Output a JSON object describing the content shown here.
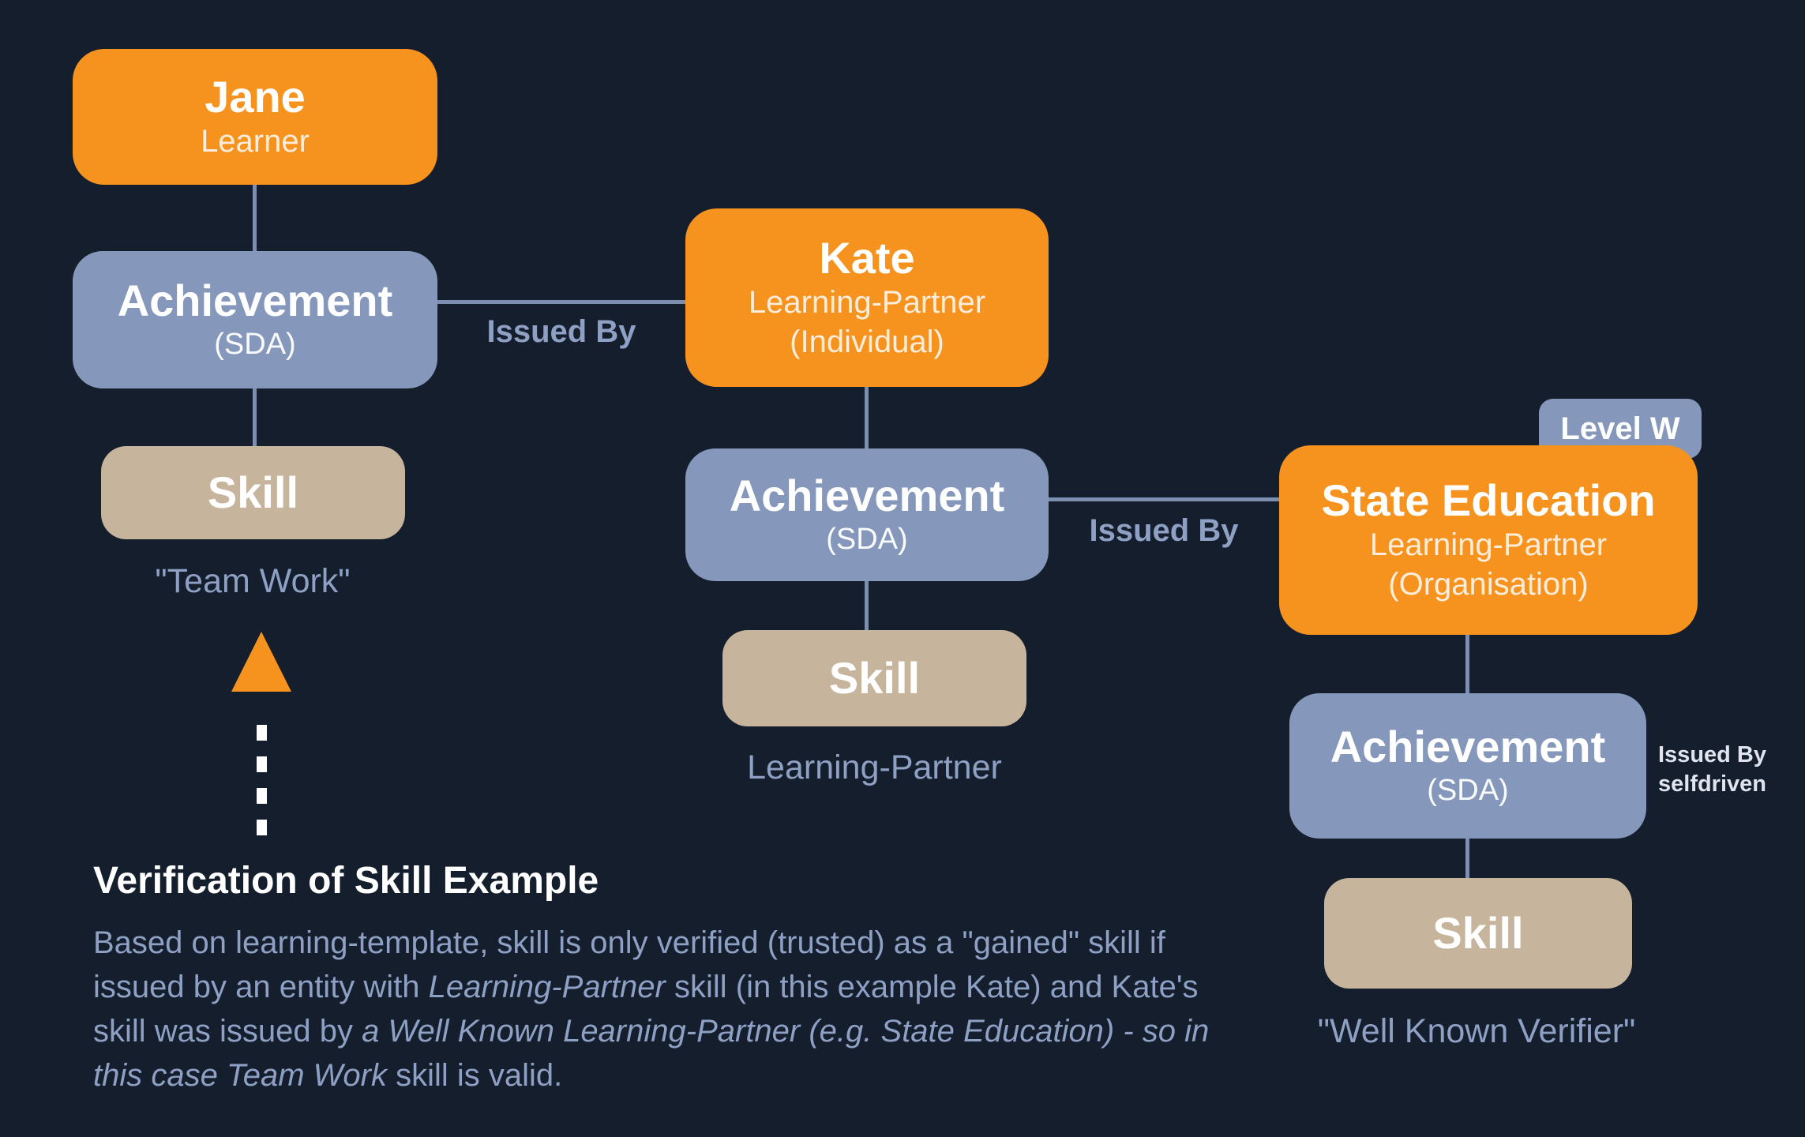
{
  "colors": {
    "background": "#151e2d",
    "orange": "#f6921e",
    "blue": "#8598bb",
    "tan": "#c6b49c",
    "muted_text": "#8ea0c4"
  },
  "nodes": {
    "jane": {
      "title": "Jane",
      "subtitle": "Learner"
    },
    "achievement_jane": {
      "title": "Achievement",
      "subtitle": "(SDA)"
    },
    "skill_jane": {
      "title": "Skill",
      "caption": "\"Team Work\""
    },
    "kate": {
      "title": "Kate",
      "subtitle": "Learning-Partner",
      "subtitle2": "(Individual)"
    },
    "achievement_kate": {
      "title": "Achievement",
      "subtitle": "(SDA)"
    },
    "skill_kate": {
      "title": "Skill",
      "caption": "Learning-Partner"
    },
    "level_badge": {
      "label": "Level W"
    },
    "state_education": {
      "title": "State Education",
      "subtitle": "Learning-Partner",
      "subtitle2": "(Organisation)"
    },
    "achievement_state": {
      "title": "Achievement",
      "subtitle": "(SDA)",
      "side_label_line1": "Issued By",
      "side_label_line2": "selfdriven"
    },
    "skill_state": {
      "title": "Skill",
      "caption": "\"Well Known Verifier\""
    }
  },
  "edges": {
    "issued_by_kate": "Issued By",
    "issued_by_state": "Issued By"
  },
  "note": {
    "heading": "Verification of Skill Example",
    "seg1": "Based on learning-template, skill is only verified (trusted) as a \"gained\" skill if issued by an entity with ",
    "seg2": "Learning-Partner",
    "seg3": " skill (in this example Kate) and Kate's skill was issued by ",
    "seg4": "a Well Known Learning-Partner (e.g. State Education) - so in this case Team Work",
    "seg5": " skill is valid."
  }
}
